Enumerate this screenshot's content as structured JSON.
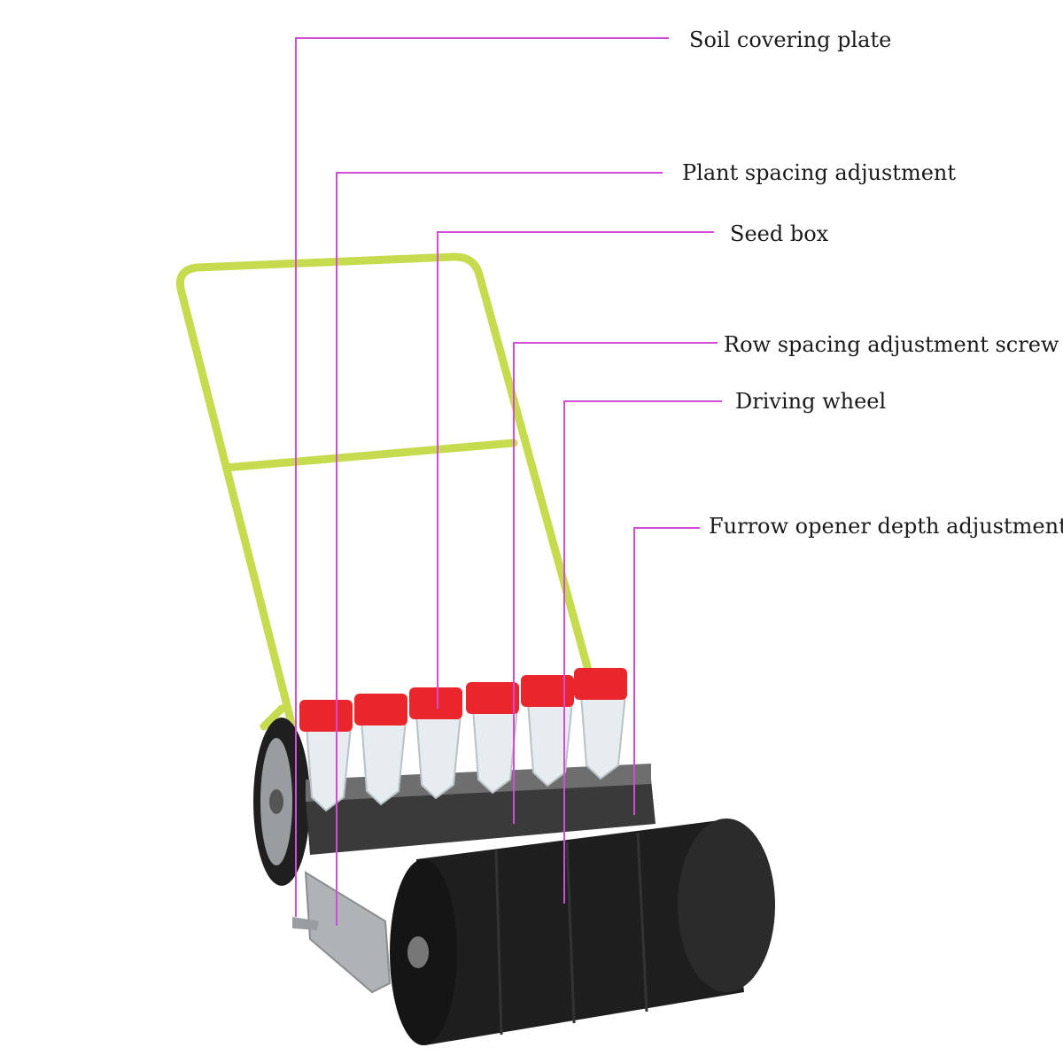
{
  "colors": {
    "leader_line": "#d44bd8",
    "frame": "#c6dc4e",
    "hopper_lid": "#e8262c",
    "roller": "#1e1e1e",
    "wheel_side": "#8a8d8f",
    "background": "#ffffff"
  },
  "callouts": [
    {
      "id": "soil-covering-plate",
      "text": "Soil covering plate"
    },
    {
      "id": "plant-spacing-adjustment",
      "text": "Plant spacing adjustment"
    },
    {
      "id": "seed-box",
      "text": "Seed box"
    },
    {
      "id": "row-spacing-adjustment-screw",
      "text": "Row spacing adjustment screw"
    },
    {
      "id": "driving-wheel",
      "text": "Driving wheel"
    },
    {
      "id": "furrow-opener-depth-adjustment",
      "text": "Furrow opener depth adjustment"
    }
  ]
}
